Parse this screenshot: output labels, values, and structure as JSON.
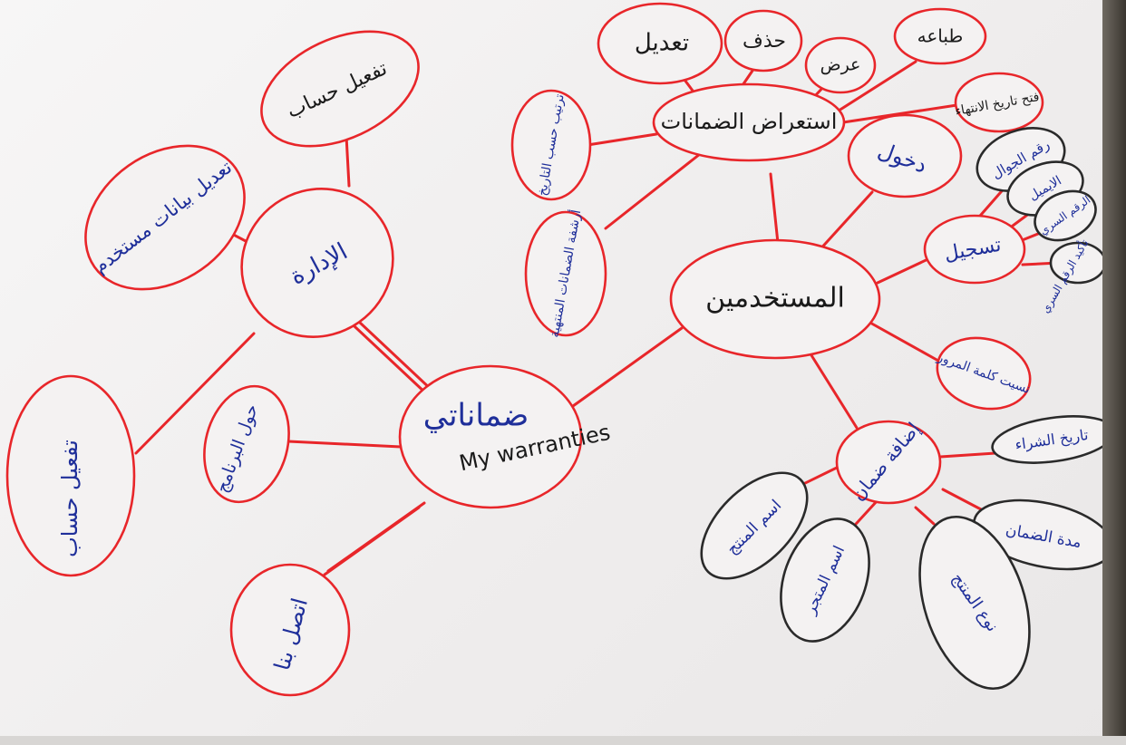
{
  "colors": {
    "red_ink": "#e8262a",
    "blue_ink": "#1f2f9a",
    "black_ink": "#2a2a2a",
    "paper": "#f2f0f0"
  },
  "central": {
    "label": "ضماناتي",
    "subtitle": "My warranties"
  },
  "nodes": {
    "users": "المستخدمين",
    "admin": "الإدارة",
    "about_app": "حول البرنامج",
    "contact_us": "اتصل بنا",
    "activate_account_left": "تفعيل حساب",
    "edit_user_data": "تعديل بيانات مستخدم",
    "activate_account_top": "تفعيل حساب",
    "browse_warranties": "استعراض الضمانات",
    "edit": "تعديل",
    "delete": "حذف",
    "view": "عرض",
    "print": "طباعه",
    "alert_date": "فتح تاريخ الانتهاء",
    "sort_by_date": "ترتيب حسب التاريخ",
    "archive_expired": "أرشفة الضمانات المنتهية",
    "login": "دخول",
    "register": "تسجيل",
    "mobile_number": "رقم الجوال",
    "email": "الايميل",
    "password": "الرقم السري",
    "confirm_password": "تأكيد الرقم السري",
    "forgot_password": "نسيت كلمة المرور",
    "add_warranty": "إضافة ضمان",
    "purchase_date": "تاريخ الشراء",
    "warranty_period": "مدة الضمان",
    "product_type": "نوع المنتج",
    "store_name": "اسم المتجر",
    "product_name": "اسم المنتج"
  }
}
